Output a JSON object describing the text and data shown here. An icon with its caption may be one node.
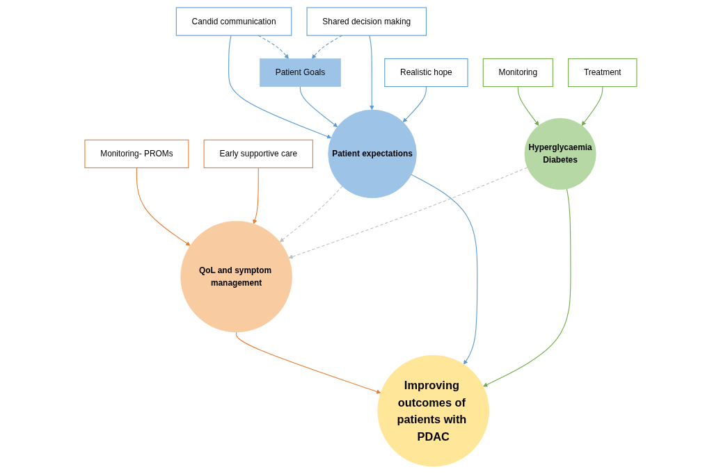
{
  "diagram": {
    "nodes": [
      {
        "text": [
          "Monitoring- PROMs"
        ]
      },
      {
        "text": [
          "Early supportive care"
        ]
      },
      {
        "text": [
          "Candid communication"
        ]
      },
      {
        "text": [
          "QoL and symptom management"
        ]
      },
      {
        "text": [
          "Patient Goals"
        ]
      },
      {
        "text": [
          "Monitoring"
        ]
      },
      {
        "text": [
          "Shared decision making"
        ]
      },
      {
        "text": [
          "Patient expectations"
        ]
      },
      {
        "text": [
          "Hyperglycaemia",
          "Diabetes"
        ]
      },
      {
        "text": [
          "Treatment"
        ]
      },
      {
        "text": [
          "Realistic hope"
        ]
      },
      {
        "text": [
          "Improving outcomes of patients with PDAC"
        ]
      }
    ],
    "edges": [
      {
        "from": 0,
        "to": 3,
        "arrow": "to",
        "color": "#ed7d31"
      },
      {
        "from": 1,
        "to": 3,
        "arrow": "to",
        "color": "#ed7d31"
      },
      {
        "from": 2,
        "to": 4,
        "arrow": "to",
        "style": "dashed",
        "color": "#5b9bd5"
      },
      {
        "from": 2,
        "to": 7,
        "arrow": "to",
        "color": "#5b9bd5"
      },
      {
        "from": 4,
        "to": 7,
        "arrow": "to",
        "color": "#5b9bd5"
      },
      {
        "from": 6,
        "to": 4,
        "arrow": "to",
        "style": "dashed",
        "color": "#5b9bd5"
      },
      {
        "from": 6,
        "to": 7,
        "arrow": "to",
        "color": "#5b9bd5"
      },
      {
        "from": 10,
        "to": 7,
        "arrow": "to",
        "color": "#5b9bd5"
      },
      {
        "from": 7,
        "to": 3,
        "arrow": "to",
        "style": "dashed",
        "color": "#bfbfbf"
      },
      {
        "from": 8,
        "to": 3,
        "arrow": "to",
        "style": "dashed",
        "color": "#bfbfbf"
      },
      {
        "from": 5,
        "to": 8,
        "arrow": "to",
        "color": "#70ad47"
      },
      {
        "from": 9,
        "to": 8,
        "arrow": "to",
        "color": "#70ad47"
      },
      {
        "from": 3,
        "to": 11,
        "arrow": "to",
        "color": "#ed7d31"
      },
      {
        "from": 7,
        "to": 11,
        "arrow": "to",
        "color": "#5b9bd5"
      },
      {
        "from": 8,
        "to": 11,
        "arrow": "to",
        "color": "#70ad47"
      }
    ]
  }
}
